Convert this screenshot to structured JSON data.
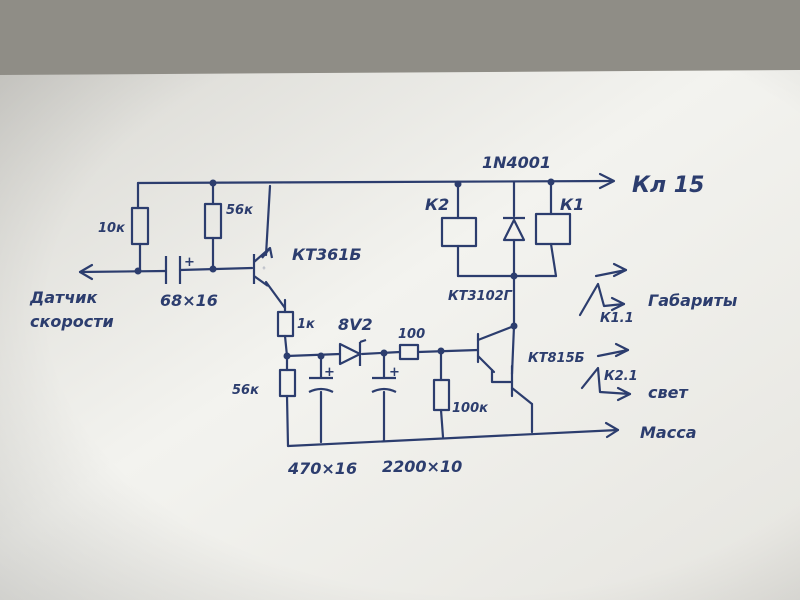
{
  "diagram": {
    "labels": {
      "supply": "Кл 15",
      "diode": "1N4001",
      "relay_k2": "К2",
      "relay_k1": "К1",
      "r_10k": "10к",
      "r_56k": "56к",
      "transistor_pnp": "КТ361Б",
      "sensor_line1": "Датчик",
      "sensor_line2": "скорости",
      "cap_input": "68×16",
      "r_1k": "1к",
      "zener": "8V2",
      "r_100": "100",
      "transistor_1": "КТ3102Г",
      "transistor_2": "КТ815Б",
      "r_56k_low": "56к",
      "r_100k": "100к",
      "cap_470": "470×16",
      "cap_2200": "2200×10",
      "ground": "Масса",
      "k1_1": "К1.1",
      "parking": "Габариты",
      "k2_1": "К2.1",
      "light": "свет",
      "plus_sign": "+"
    }
  }
}
